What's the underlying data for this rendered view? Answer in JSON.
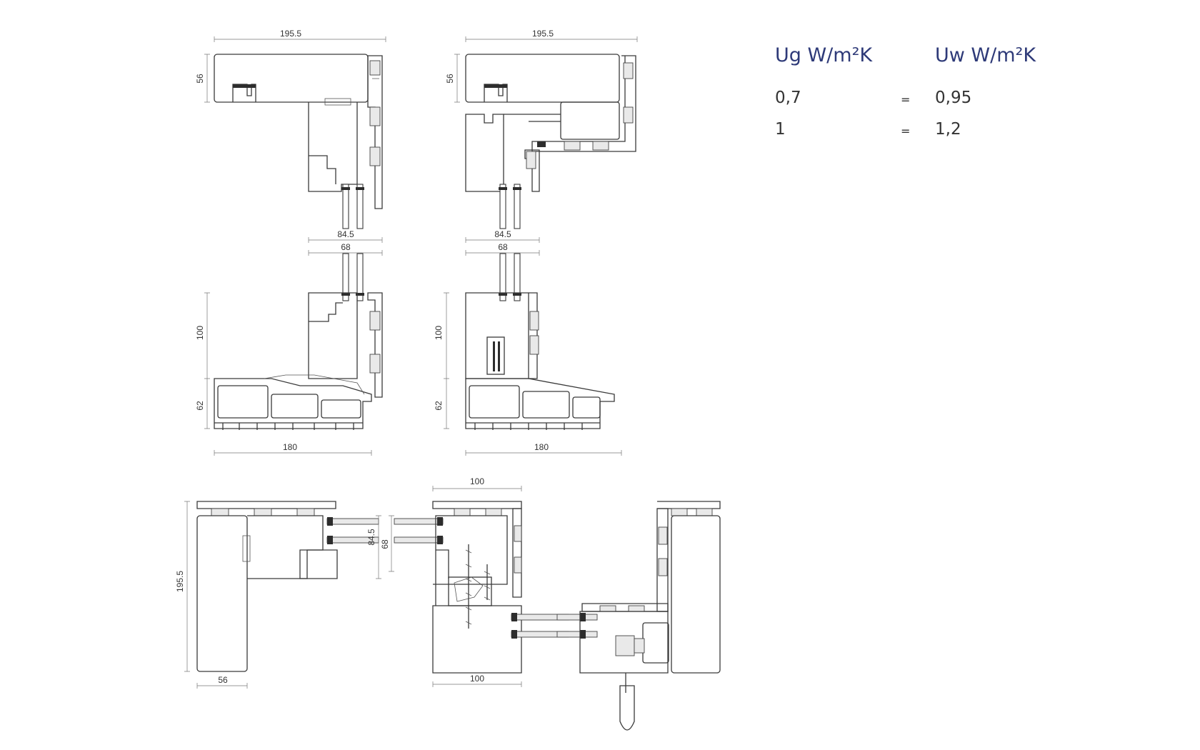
{
  "u_table": {
    "header_ug": "Ug W/m²K",
    "header_uw": "Uw W/m²K",
    "rows": [
      {
        "ug": "0,7",
        "eq": "=",
        "uw": "0,95"
      },
      {
        "ug": "1",
        "eq": "=",
        "uw": "1,2"
      }
    ]
  },
  "dimensions": {
    "head_left_width": "195.5",
    "head_right_width": "195.5",
    "head_left_height": "56",
    "head_right_height": "56",
    "sash_left_outer": "84.5",
    "sash_left_inner": "68",
    "sash_right_outer": "84.5",
    "sash_right_inner": "68",
    "sill_left_height": "100",
    "sill_right_height": "100",
    "sill_left_base": "62",
    "sill_right_base": "62",
    "sill_left_width": "180",
    "sill_right_width": "180",
    "plan_jamb_height": "195.5",
    "plan_jamb_width": "56",
    "plan_mid_sash_outer": "84.5",
    "plan_mid_sash_inner": "68",
    "plan_mid_top": "100",
    "plan_mid_bottom": "100"
  }
}
